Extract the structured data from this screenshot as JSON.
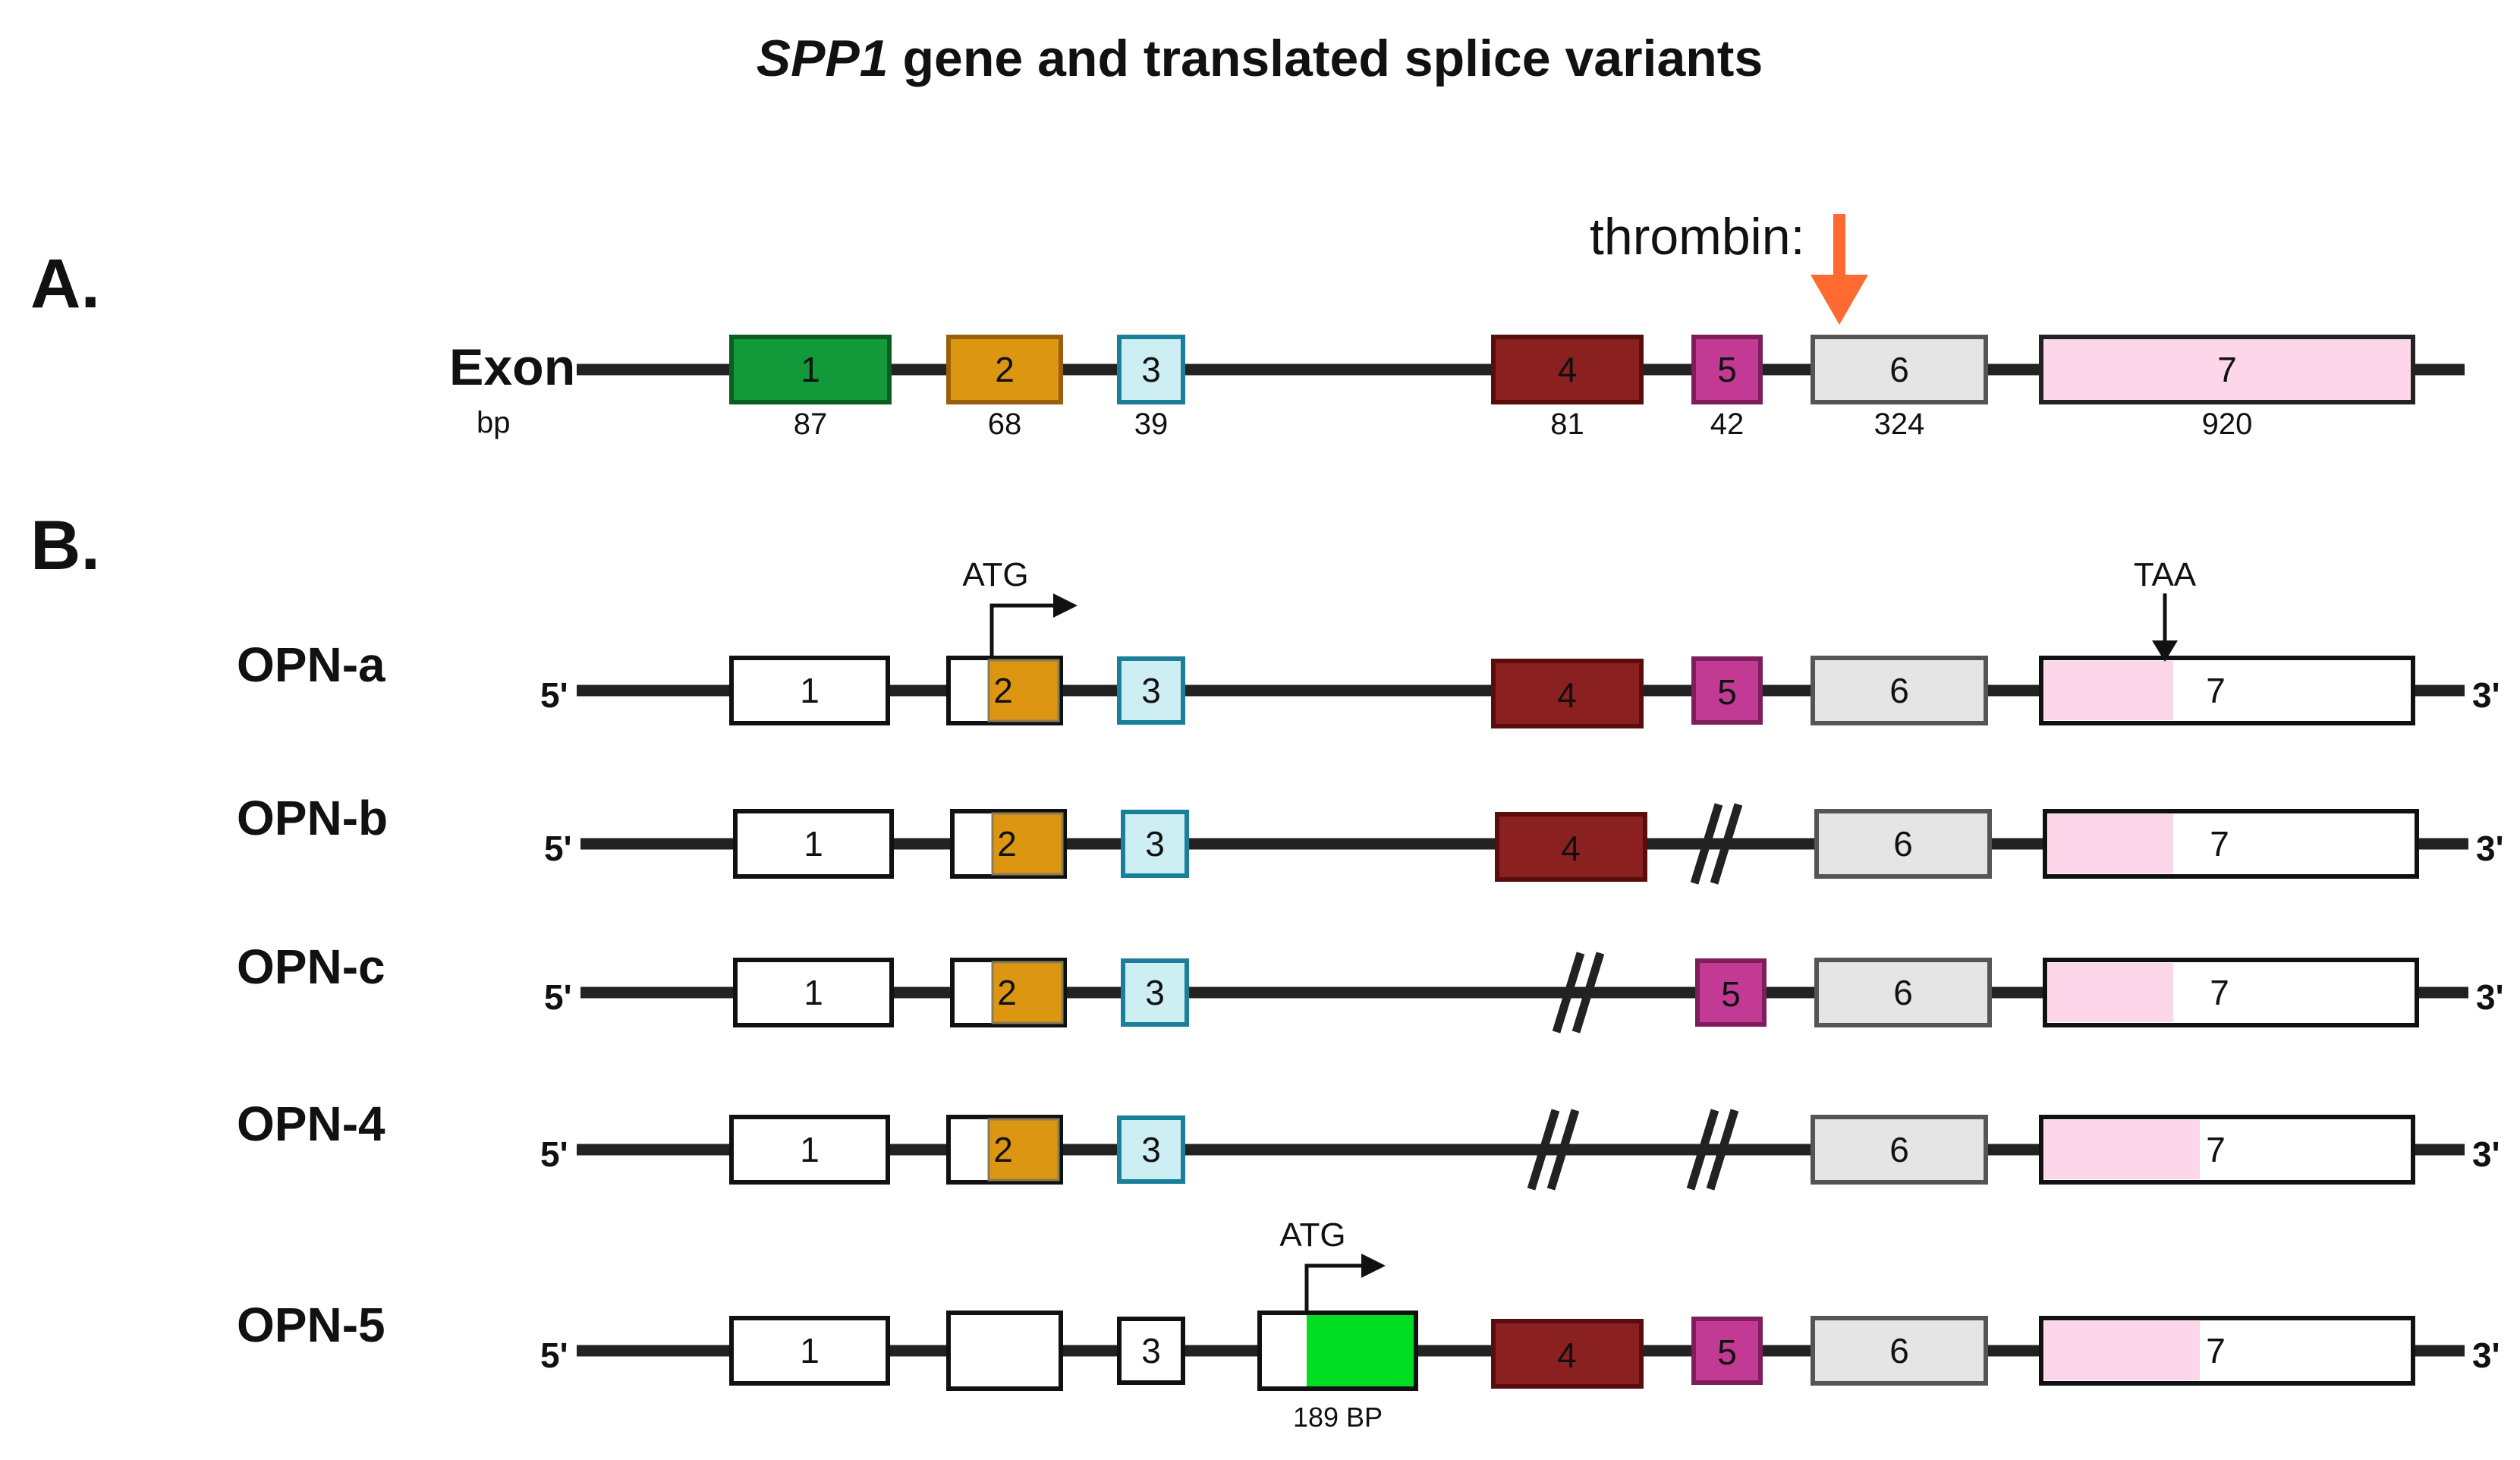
{
  "title": {
    "italic": "SPP1",
    "rest": " gene and translated splice variants"
  },
  "sections": {
    "a": "A.",
    "b": "B."
  },
  "gene": {
    "label": "Exon",
    "unit": "bp",
    "thrombin_label": "thrombin:",
    "exons": [
      {
        "num": "1",
        "bp": "87",
        "color": "#129a3a"
      },
      {
        "num": "2",
        "bp": "68",
        "color": "#dc9612"
      },
      {
        "num": "3",
        "bp": "39",
        "color": "#cdeff3"
      },
      {
        "num": "4",
        "bp": "81",
        "color": "#8a2020"
      },
      {
        "num": "5",
        "bp": "42",
        "color": "#c23a94"
      },
      {
        "num": "6",
        "bp": "324",
        "color": "#e5e5e5"
      },
      {
        "num": "7",
        "bp": "920",
        "color": "#fdd6ea"
      }
    ]
  },
  "colors": {
    "arrow": "#ff6a33",
    "line": "#222222",
    "exon3_border": "#1a7f99",
    "opn5_green": "#00dd22"
  },
  "variants": {
    "five_prime": "5'",
    "three_prime": "3'",
    "start_codon": "ATG",
    "stop_codon": "TAA",
    "rows": [
      {
        "name": "OPN-a"
      },
      {
        "name": "OPN-b"
      },
      {
        "name": "OPN-c"
      },
      {
        "name": "OPN-4"
      },
      {
        "name": "OPN-5",
        "extra_exon_bp": "189 BP"
      }
    ]
  }
}
